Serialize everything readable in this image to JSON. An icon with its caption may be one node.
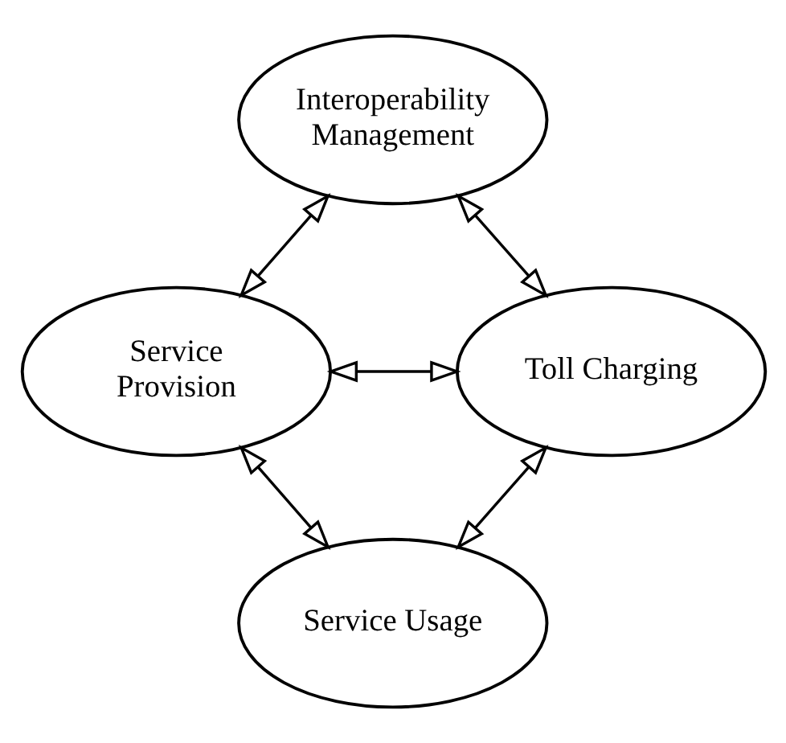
{
  "diagram": {
    "nodes": [
      {
        "text": [
          "Interoperability Management"
        ]
      },
      {
        "text": [
          "Service Provision"
        ]
      },
      {
        "text": [
          "Toll Charging"
        ]
      },
      {
        "text": [
          "Service Usage"
        ]
      }
    ],
    "edges": [
      {
        "from": 1,
        "to": 0,
        "arrow": "both"
      },
      {
        "from": 0,
        "to": 2,
        "arrow": "both"
      },
      {
        "from": 1,
        "to": 2,
        "arrow": "both"
      },
      {
        "from": 1,
        "to": 3,
        "arrow": "both"
      },
      {
        "from": 3,
        "to": 2,
        "arrow": "both"
      }
    ]
  }
}
